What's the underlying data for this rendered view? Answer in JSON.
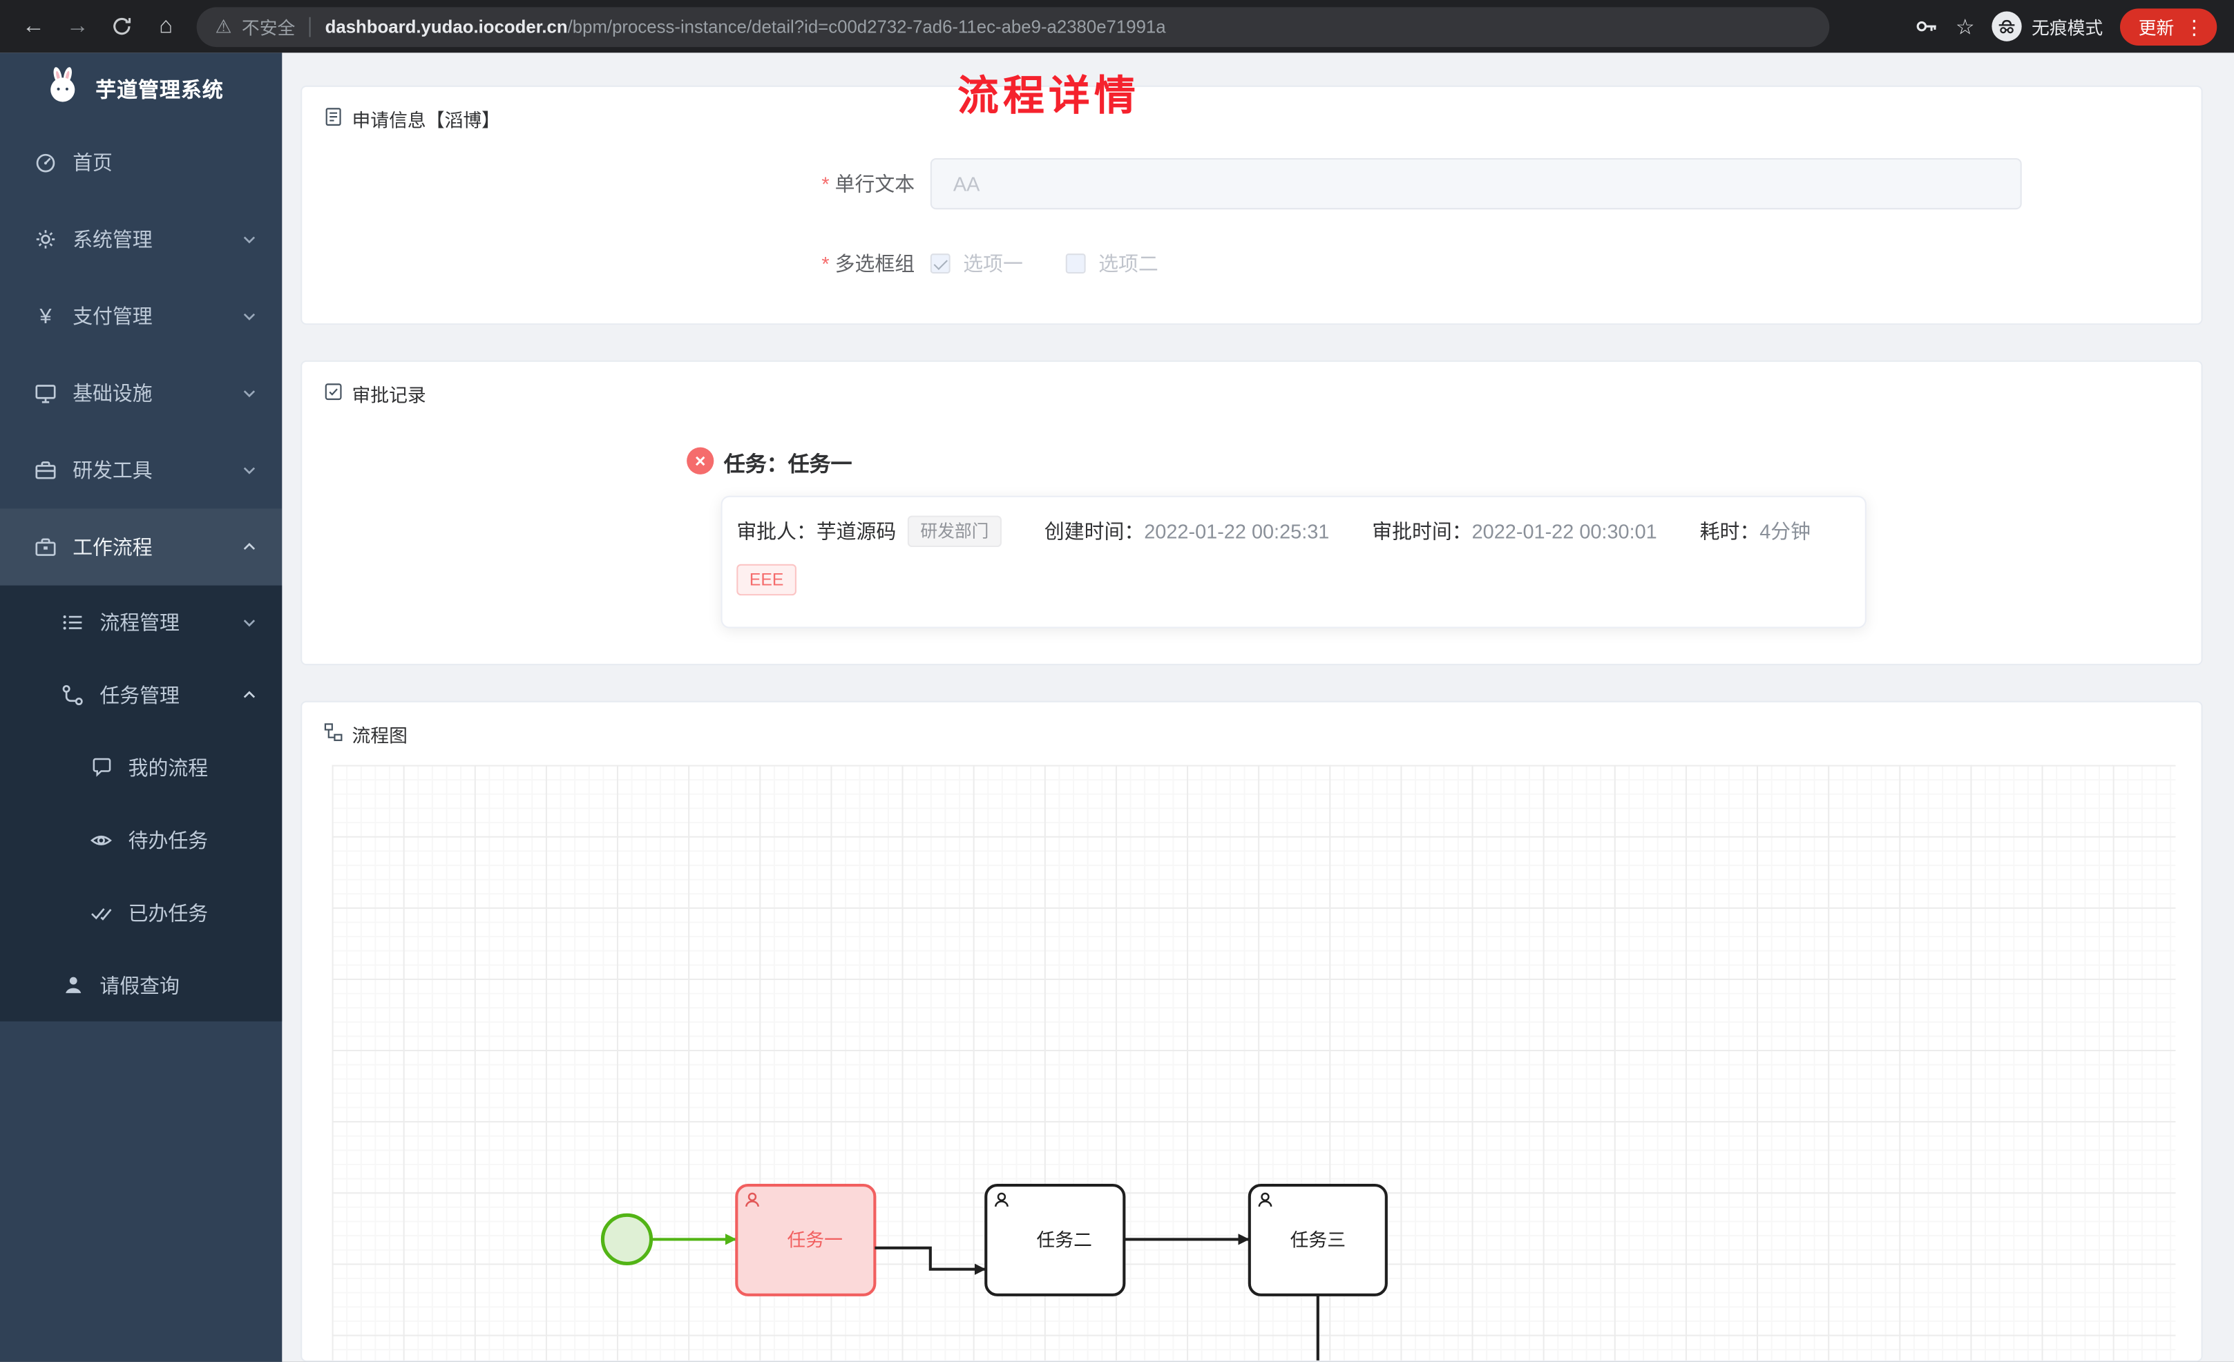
{
  "browser": {
    "security_label": "不安全",
    "url_host": "dashboard.yudao.iocoder.cn",
    "url_path": "/bpm/process-instance/detail?id=c00d2732-7ad6-11ec-abe9-a2380e71991a",
    "incognito_label": "无痕模式",
    "update_label": "更新"
  },
  "sidebar": {
    "app_title": "芋道管理系统",
    "items": [
      {
        "label": "首页"
      },
      {
        "label": "系统管理"
      },
      {
        "label": "支付管理"
      },
      {
        "label": "基础设施"
      },
      {
        "label": "研发工具"
      },
      {
        "label": "工作流程"
      }
    ],
    "workflow_children": [
      {
        "label": "流程管理"
      },
      {
        "label": "任务管理"
      },
      {
        "label": "请假查询"
      }
    ],
    "task_children": [
      {
        "label": "我的流程"
      },
      {
        "label": "待办任务"
      },
      {
        "label": "已办任务"
      }
    ]
  },
  "page": {
    "title": "流程详情"
  },
  "apply_card": {
    "header": "申请信息【滔博】",
    "text_field": {
      "label": "单行文本",
      "value": "AA",
      "required": true
    },
    "checkbox_field": {
      "label": "多选框组",
      "required": true,
      "options": [
        {
          "label": "选项一",
          "checked": true
        },
        {
          "label": "选项二",
          "checked": false
        }
      ]
    }
  },
  "approval_card": {
    "header": "审批记录",
    "task_title": "任务：任务一",
    "approver_label": "审批人：",
    "approver_name": "芋道源码",
    "dept_tag": "研发部门",
    "created_label": "创建时间：",
    "created_time": "2022-01-22 00:25:31",
    "approved_label": "审批时间：",
    "approved_time": "2022-01-22 00:30:01",
    "duration_label": "耗时：",
    "duration_value": "4分钟",
    "comment_tag": "EEE"
  },
  "diagram_card": {
    "header": "流程图",
    "nodes": [
      {
        "label": "任务一",
        "status": "active"
      },
      {
        "label": "任务二",
        "status": "pending"
      },
      {
        "label": "任务三",
        "status": "pending"
      }
    ]
  },
  "colors": {
    "title_red": "#f5222d",
    "danger": "#f56c6c",
    "active_node_border": "#f15f5f",
    "active_node_fill": "#fbd9d9",
    "start_event_green": "#52b415",
    "sidebar_bg": "#304156",
    "submenu_bg": "#1f2d3d",
    "update_pill_red": "#d93025"
  }
}
